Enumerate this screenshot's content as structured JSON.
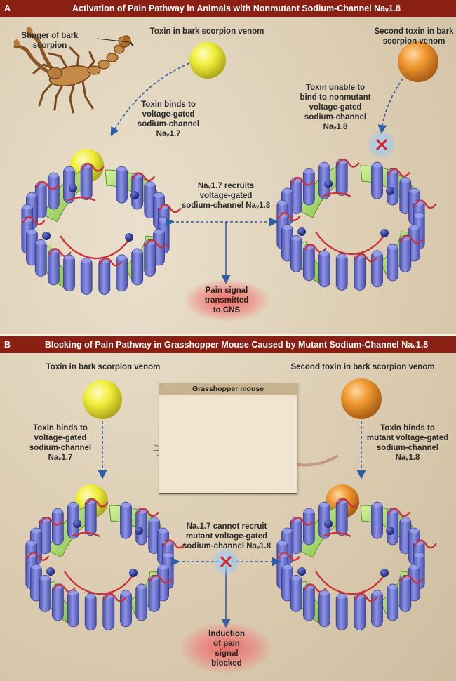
{
  "panel_a": {
    "letter": "A",
    "title": "Activation of Pain Pathway in Animals with Nonmutant Sodium-Channel Naᵥ1.8",
    "stinger_label": [
      "Stinger of bark",
      "scorpion"
    ],
    "toxin1_label": "Toxin in bark scorpion venom",
    "toxin2_label": [
      "Second toxin in bark",
      "scorpion venom"
    ],
    "toxin_binds": [
      "Toxin binds to",
      "voltage-gated",
      "sodium-channel",
      "Naᵥ1.7"
    ],
    "toxin_unable": [
      "Toxin unable to",
      "bind to nonmutant",
      "voltage-gated",
      "sodium-channel",
      "Naᵥ1.8"
    ],
    "recruits": [
      "Naᵥ1.7 recruits",
      "voltage-gated",
      "sodium-channel Naᵥ1.8"
    ],
    "pain_signal": [
      "Pain signal",
      "transmitted",
      "to CNS"
    ]
  },
  "panel_b": {
    "letter": "B",
    "title": "Blocking of Pain Pathway in Grasshopper Mouse Caused by Mutant Sodium-Channel Naᵥ1.8",
    "toxin1_label": "Toxin in bark scorpion venom",
    "toxin2_label": "Second toxin in bark scorpion venom",
    "mouse_label": "Grasshopper mouse",
    "toxin_binds_17": [
      "Toxin binds to",
      "voltage-gated",
      "sodium-channel",
      "Naᵥ1.7"
    ],
    "toxin_binds_18": [
      "Toxin binds to",
      "mutant voltage-gated",
      "sodium-channel",
      "Naᵥ1.8"
    ],
    "cannot_recruit": [
      "Naᵥ1.7 cannot recruit",
      "mutant voltage-gated",
      "sodium-channel Naᵥ1.8"
    ],
    "induction": [
      "Induction",
      "of pain",
      "signal",
      "blocked"
    ]
  },
  "colors": {
    "header": "#8a1f14",
    "toxin_yellow": "#f0ee3a",
    "toxin_orange": "#f0962e",
    "channel_blue": "#6c73d0",
    "helix_green": "#a8dc6a",
    "loop_red": "#c8323a",
    "arrow_blue": "#2c5fa8",
    "pain_glow": "#ec5a5a",
    "blocked_x": "#d42a2a"
  }
}
